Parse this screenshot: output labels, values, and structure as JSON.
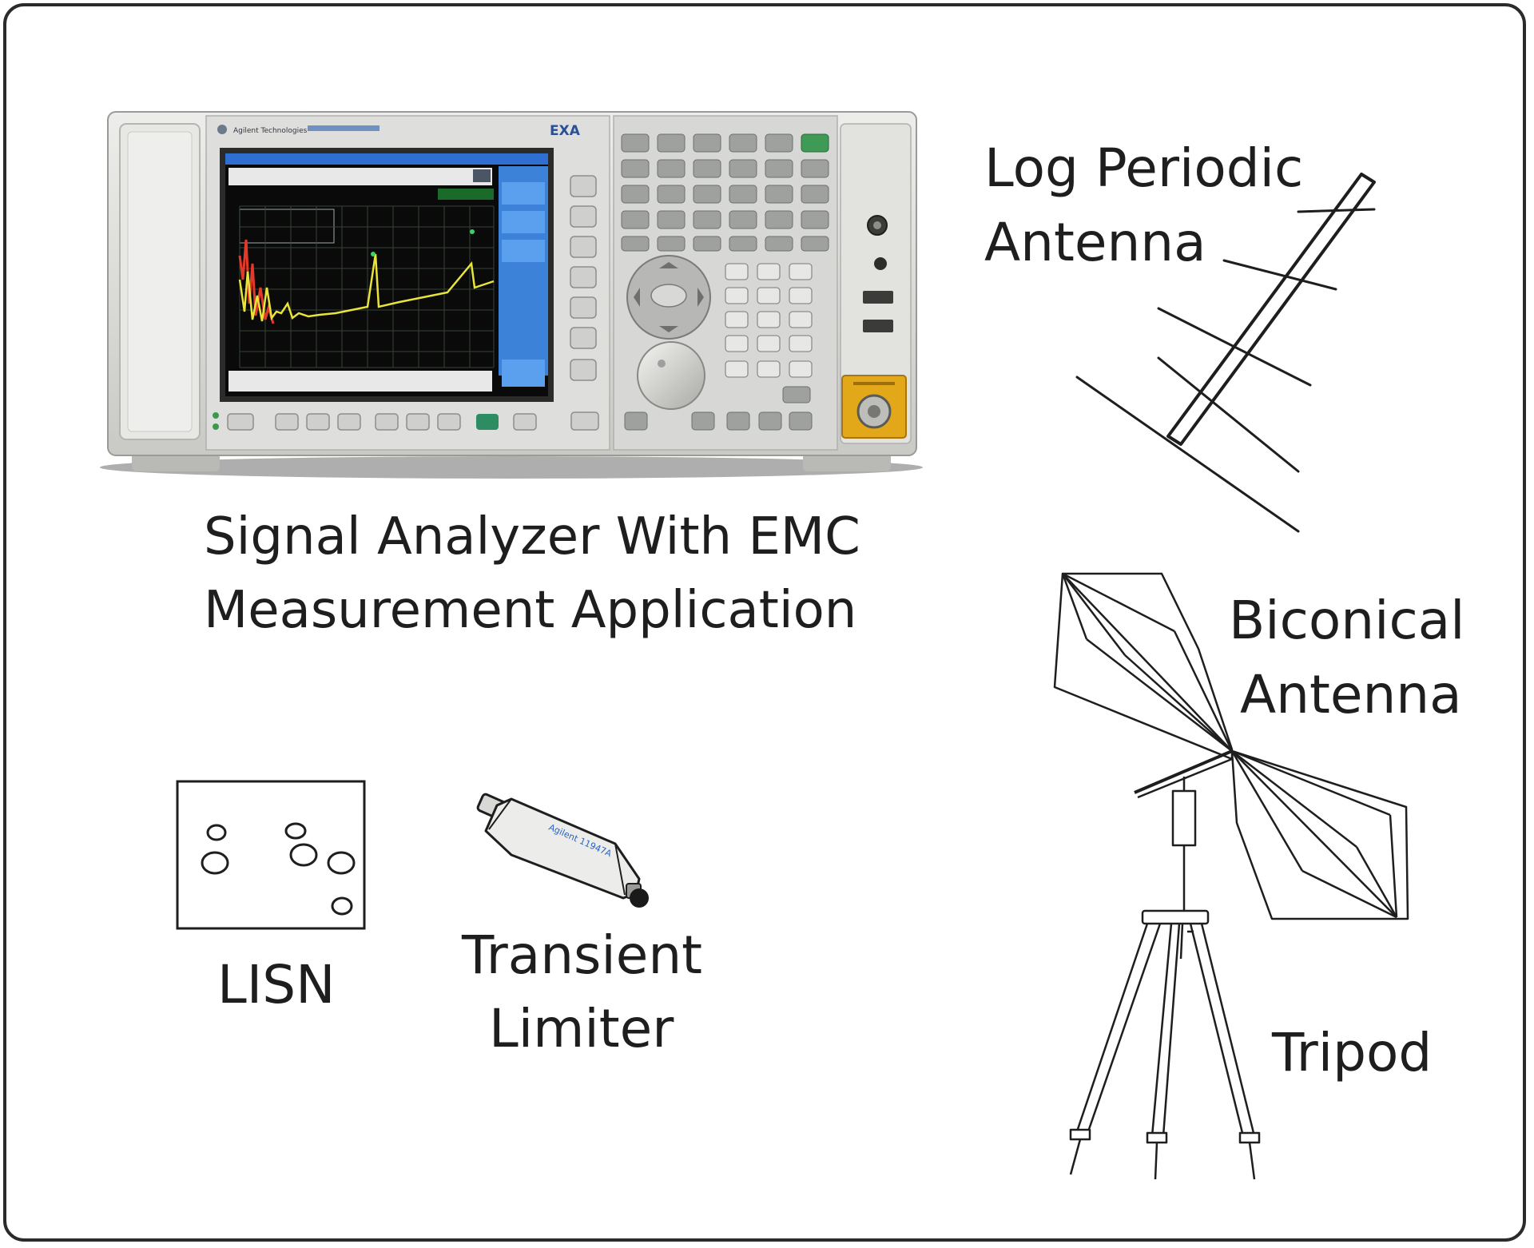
{
  "labels": {
    "signal_analyzer_line1": "Signal Analyzer With EMC",
    "signal_analyzer_line2": "Measurement Application",
    "log_periodic_line1": "Log Periodic",
    "log_periodic_line2": "Antenna",
    "biconical_line1": "Biconical",
    "biconical_line2": "Antenna",
    "lisn": "LISN",
    "transient_line1": "Transient",
    "transient_line2": "Limiter",
    "tripod": "Tripod"
  },
  "device": {
    "brand": "Agilent Technologies",
    "model_badge": "EXA",
    "limiter_marking": "Agilent 11947A"
  },
  "colors": {
    "frame": "#2b2b2b",
    "panel": "#d9d9d6",
    "screen": "#0a0a0a",
    "screen_header": "#2f6fd1",
    "trace_yellow": "#e9e43a",
    "trace_red": "#e23a2a",
    "input_panel": "#e3a81a"
  }
}
